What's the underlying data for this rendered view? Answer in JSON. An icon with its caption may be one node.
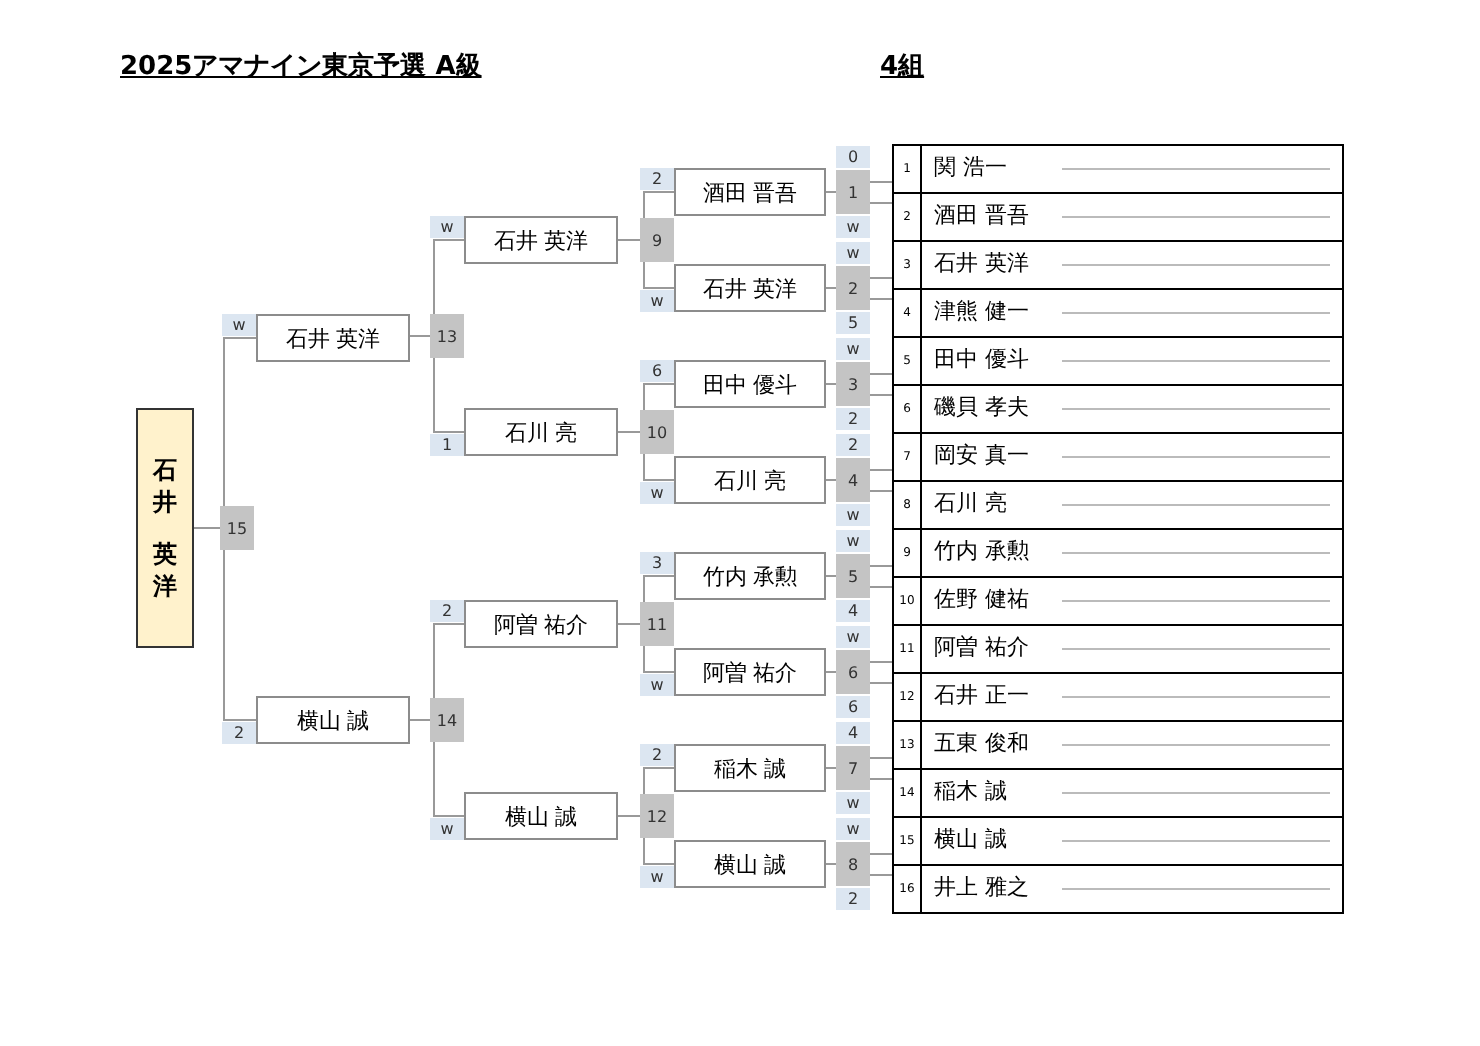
{
  "diagram": {
    "title": "2025アマナイン東京予選 A級",
    "nodes": [
      {
        "text": [
          "石井",
          "英洋"
        ]
      },
      {
        "text": [
          "15"
        ]
      },
      {
        "text": [
          "石井 英洋"
        ],
        "beside": [
          "w"
        ]
      },
      {
        "text": [
          "横山 誠"
        ],
        "beside": [
          "2"
        ]
      },
      {
        "text": [
          "13"
        ]
      },
      {
        "text": [
          "14"
        ]
      },
      {
        "text": [
          "石井 英洋"
        ],
        "beside": [
          "w"
        ]
      },
      {
        "text": [
          "石川 亮"
        ],
        "beside": [
          "1"
        ]
      },
      {
        "text": [
          "阿曽 祐介"
        ],
        "beside": [
          "2"
        ]
      },
      {
        "text": [
          "横山 誠"
        ],
        "beside": [
          "w"
        ]
      },
      {
        "text": [
          "9"
        ]
      },
      {
        "text": [
          "10"
        ]
      },
      {
        "text": [
          "11"
        ]
      },
      {
        "text": [
          "12"
        ]
      },
      {
        "text": [
          "酒田 晋吾"
        ],
        "beside": [
          "2"
        ]
      },
      {
        "text": [
          "石井 英洋"
        ],
        "beside": [
          "w"
        ]
      },
      {
        "text": [
          "田中 優斗"
        ],
        "beside": [
          "6"
        ]
      },
      {
        "text": [
          "石川 亮"
        ],
        "beside": [
          "w"
        ]
      },
      {
        "text": [
          "竹内 承勲"
        ],
        "beside": [
          "3"
        ]
      },
      {
        "text": [
          "阿曽 祐介"
        ],
        "beside": [
          "w"
        ]
      },
      {
        "text": [
          "稲木 誠"
        ],
        "beside": [
          "2"
        ]
      },
      {
        "text": [
          "横山 誠"
        ],
        "beside": [
          "w"
        ]
      },
      {
        "text": [
          "1"
        ],
        "beside": [
          "0",
          "w"
        ]
      },
      {
        "text": [
          "2"
        ],
        "beside": [
          "w",
          "5"
        ]
      },
      {
        "text": [
          "3"
        ],
        "beside": [
          "w",
          "2"
        ]
      },
      {
        "text": [
          "4"
        ],
        "beside": [
          "2",
          "w"
        ]
      },
      {
        "text": [
          "5"
        ],
        "beside": [
          "w",
          "4"
        ]
      },
      {
        "text": [
          "6"
        ],
        "beside": [
          "w",
          "6"
        ]
      },
      {
        "text": [
          "7"
        ],
        "beside": [
          "4",
          "w"
        ]
      },
      {
        "text": [
          "8"
        ],
        "beside": [
          "w",
          "2"
        ]
      },
      {
        "text": [
          "1",
          "関 浩一"
        ]
      },
      {
        "text": [
          "2",
          "酒田 晋吾"
        ]
      },
      {
        "text": [
          "3",
          "石井 英洋"
        ]
      },
      {
        "text": [
          "4",
          "津熊 健一"
        ]
      },
      {
        "text": [
          "5",
          "田中 優斗"
        ]
      },
      {
        "text": [
          "6",
          "磯貝 孝夫"
        ]
      },
      {
        "text": [
          "7",
          "岡安 真一"
        ]
      },
      {
        "text": [
          "8",
          "石川 亮"
        ]
      },
      {
        "text": [
          "9",
          "竹内 承勲"
        ]
      },
      {
        "text": [
          "10",
          "佐野 健祐"
        ]
      },
      {
        "text": [
          "11",
          "阿曽 祐介"
        ]
      },
      {
        "text": [
          "12",
          "石井 正一"
        ]
      },
      {
        "text": [
          "13",
          "五東 俊和"
        ]
      },
      {
        "text": [
          "14",
          "稲木 誠"
        ]
      },
      {
        "text": [
          "15",
          "横山 誠"
        ]
      },
      {
        "text": [
          "16",
          "井上 雅之"
        ]
      }
    ],
    "edges": [
      {
        "from": 1,
        "to": 0,
        "arrow": "none"
      },
      {
        "from": 2,
        "to": 1,
        "arrow": "none"
      },
      {
        "from": 3,
        "to": 1,
        "arrow": "none"
      },
      {
        "from": 4,
        "to": 2,
        "arrow": "none"
      },
      {
        "from": 5,
        "to": 3,
        "arrow": "none"
      },
      {
        "from": 6,
        "to": 4,
        "arrow": "none"
      },
      {
        "from": 7,
        "to": 4,
        "arrow": "none"
      },
      {
        "from": 8,
        "to": 5,
        "arrow": "none"
      },
      {
        "from": 9,
        "to": 5,
        "arrow": "none"
      },
      {
        "from": 10,
        "to": 6,
        "arrow": "none"
      },
      {
        "from": 11,
        "to": 7,
        "arrow": "none"
      },
      {
        "from": 12,
        "to": 8,
        "arrow": "none"
      },
      {
        "from": 13,
        "to": 9,
        "arrow": "none"
      },
      {
        "from": 14,
        "to": 10,
        "arrow": "none"
      },
      {
        "from": 15,
        "to": 10,
        "arrow": "none"
      },
      {
        "from": 16,
        "to": 11,
        "arrow": "none"
      },
      {
        "from": 17,
        "to": 11,
        "arrow": "none"
      },
      {
        "from": 18,
        "to": 12,
        "arrow": "none"
      },
      {
        "from": 19,
        "to": 12,
        "arrow": "none"
      },
      {
        "from": 20,
        "to": 13,
        "arrow": "none"
      },
      {
        "from": 21,
        "to": 13,
        "arrow": "none"
      },
      {
        "from": 22,
        "to": 14,
        "arrow": "none"
      },
      {
        "from": 23,
        "to": 15,
        "arrow": "none"
      },
      {
        "from": 24,
        "to": 16,
        "arrow": "none"
      },
      {
        "from": 25,
        "to": 17,
        "arrow": "none"
      },
      {
        "from": 26,
        "to": 18,
        "arrow": "none"
      },
      {
        "from": 27,
        "to": 19,
        "arrow": "none"
      },
      {
        "from": 28,
        "to": 20,
        "arrow": "none"
      },
      {
        "from": 29,
        "to": 21,
        "arrow": "none"
      },
      {
        "from": 30,
        "to": 22,
        "arrow": "none"
      },
      {
        "from": 31,
        "to": 22,
        "arrow": "none"
      },
      {
        "from": 32,
        "to": 23,
        "arrow": "none"
      },
      {
        "from": 33,
        "to": 23,
        "arrow": "none"
      },
      {
        "from": 34,
        "to": 24,
        "arrow": "none"
      },
      {
        "from": 35,
        "to": 24,
        "arrow": "none"
      },
      {
        "from": 36,
        "to": 25,
        "arrow": "none"
      },
      {
        "from": 37,
        "to": 25,
        "arrow": "none"
      },
      {
        "from": 38,
        "to": 26,
        "arrow": "none"
      },
      {
        "from": 39,
        "to": 26,
        "arrow": "none"
      },
      {
        "from": 40,
        "to": 27,
        "arrow": "none"
      },
      {
        "from": 41,
        "to": 27,
        "arrow": "none"
      },
      {
        "from": 42,
        "to": 28,
        "arrow": "none"
      },
      {
        "from": 43,
        "to": 28,
        "arrow": "none"
      },
      {
        "from": 44,
        "to": 29,
        "arrow": "none"
      },
      {
        "from": 45,
        "to": 29,
        "arrow": "none"
      }
    ],
    "labels": [
      "4組"
    ]
  }
}
